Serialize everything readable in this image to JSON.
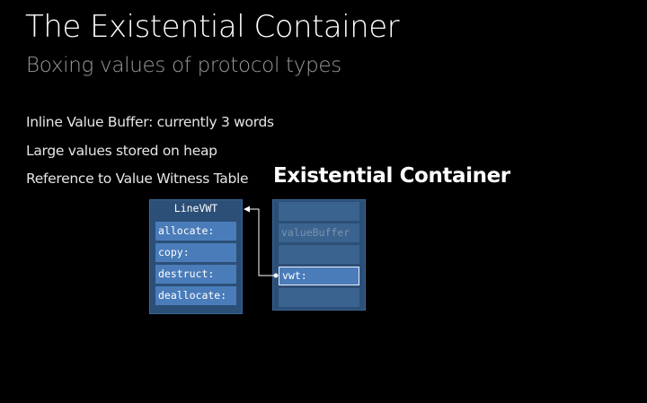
{
  "title": "The Existential Container",
  "subtitle": "Boxing values of protocol types",
  "bullets": [
    "Inline Value Buffer: currently 3 words",
    "Large values stored on heap",
    "Reference to Value Witness Table"
  ],
  "existential_container": {
    "heading": "Existential Container",
    "cells": [
      "",
      "valueBuffer",
      "",
      "vwt:",
      ""
    ]
  },
  "value_witness_table": {
    "title": "LineVWT",
    "entries": [
      "allocate:",
      "copy:",
      "destruct:",
      "deallocate:"
    ]
  },
  "colors": {
    "background": "#000000",
    "box_fill": "#2c4f77",
    "row_fill": "#4a7cba",
    "dim_text": "#9b9b9b"
  }
}
